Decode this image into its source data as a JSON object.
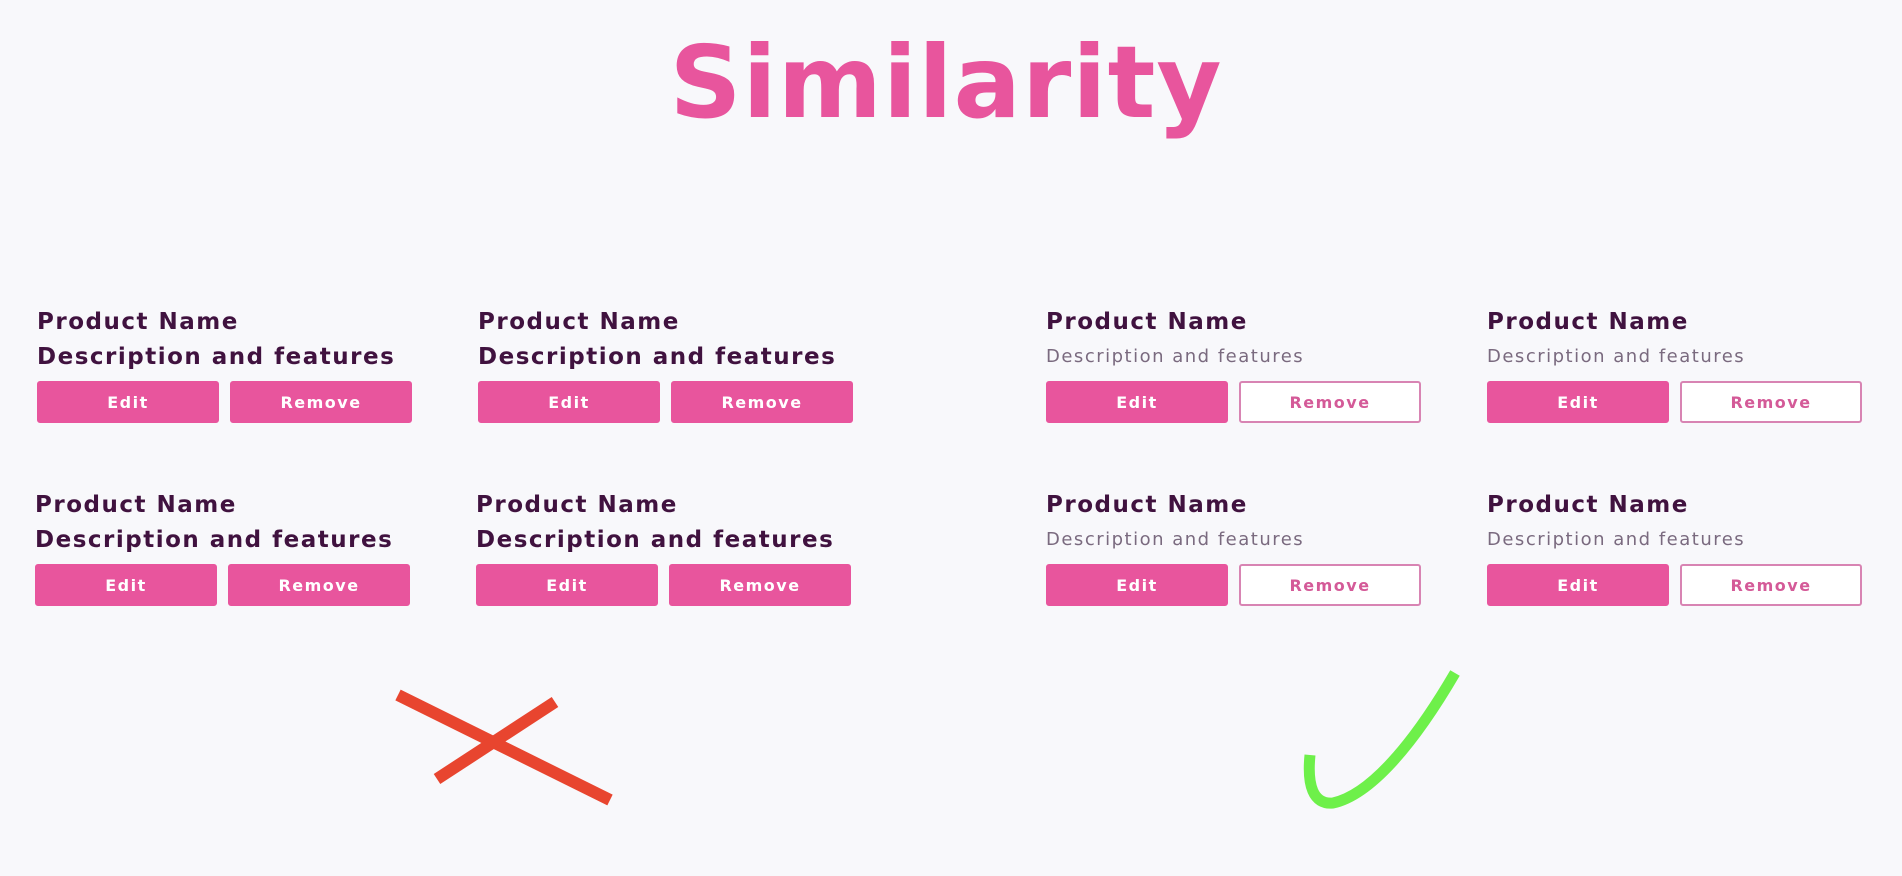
{
  "title": "Similarity",
  "colors": {
    "accent": "#e8559d",
    "text_dark": "#40123f",
    "text_muted": "#7a6a7f",
    "background": "#f8f8fb",
    "cross": "#e8452f",
    "check": "#6ef04a"
  },
  "bad_examples": {
    "cards": [
      {
        "name": "Product Name",
        "description": "Description and features",
        "edit_label": "Edit",
        "remove_label": "Remove"
      },
      {
        "name": "Product Name",
        "description": "Description and features",
        "edit_label": "Edit",
        "remove_label": "Remove"
      },
      {
        "name": "Product Name",
        "description": "Description and features",
        "edit_label": "Edit",
        "remove_label": "Remove"
      },
      {
        "name": "Product Name",
        "description": "Description and features",
        "edit_label": "Edit",
        "remove_label": "Remove"
      }
    ],
    "verdict_icon": "cross-mark-icon"
  },
  "good_examples": {
    "cards": [
      {
        "name": "Product Name",
        "description": "Description and features",
        "edit_label": "Edit",
        "remove_label": "Remove"
      },
      {
        "name": "Product Name",
        "description": "Description and features",
        "edit_label": "Edit",
        "remove_label": "Remove"
      },
      {
        "name": "Product Name",
        "description": "Description and features",
        "edit_label": "Edit",
        "remove_label": "Remove"
      },
      {
        "name": "Product Name",
        "description": "Description and features",
        "edit_label": "Edit",
        "remove_label": "Remove"
      }
    ],
    "verdict_icon": "check-mark-icon"
  }
}
